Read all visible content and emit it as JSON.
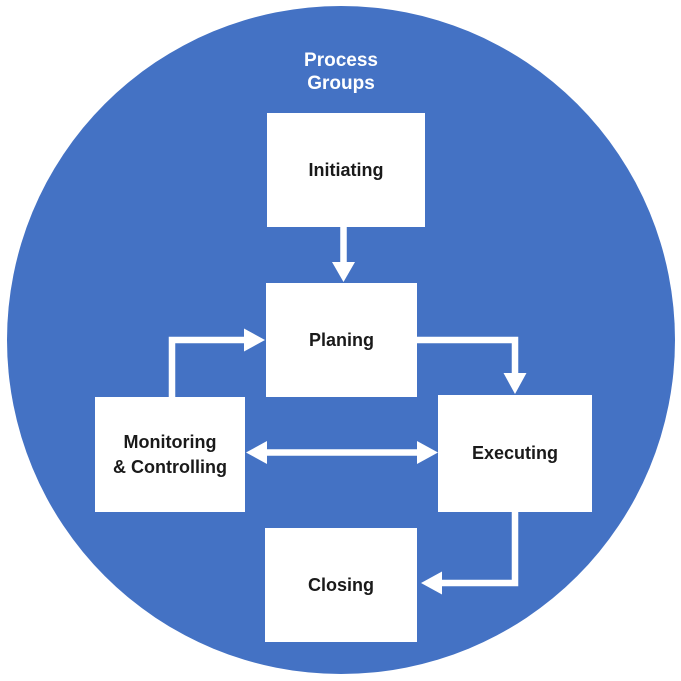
{
  "title": "Process\nGroups",
  "diagram": {
    "type": "flowchart",
    "background_shape": "circle"
  },
  "colors": {
    "circle_fill": "#4472C4",
    "box_fill": "#FFFFFF",
    "box_text": "#1A1A1A",
    "title_text": "#FFFFFF",
    "arrow": "#FFFFFF",
    "page_background": "#FFFFFF"
  },
  "nodes": [
    {
      "id": "initiating",
      "label": "Initiating"
    },
    {
      "id": "planing",
      "label": "Planing"
    },
    {
      "id": "monitoring-controlling",
      "label": "Monitoring\n& Controlling"
    },
    {
      "id": "executing",
      "label": "Executing"
    },
    {
      "id": "closing",
      "label": "Closing"
    }
  ],
  "edges": [
    {
      "from": "Initiating",
      "to": "Planing",
      "style": "single-arrow",
      "route": "straight-down"
    },
    {
      "from": "Monitoring & Controlling",
      "to": "Planing",
      "style": "single-arrow",
      "route": "elbow-up-right"
    },
    {
      "from": "Planing",
      "to": "Executing",
      "style": "single-arrow",
      "route": "elbow-right-down"
    },
    {
      "from": "Monitoring & Controlling",
      "to": "Executing",
      "style": "double-arrow",
      "route": "straight-horizontal"
    },
    {
      "from": "Executing",
      "to": "Closing",
      "style": "single-arrow",
      "route": "elbow-down-left"
    }
  ]
}
